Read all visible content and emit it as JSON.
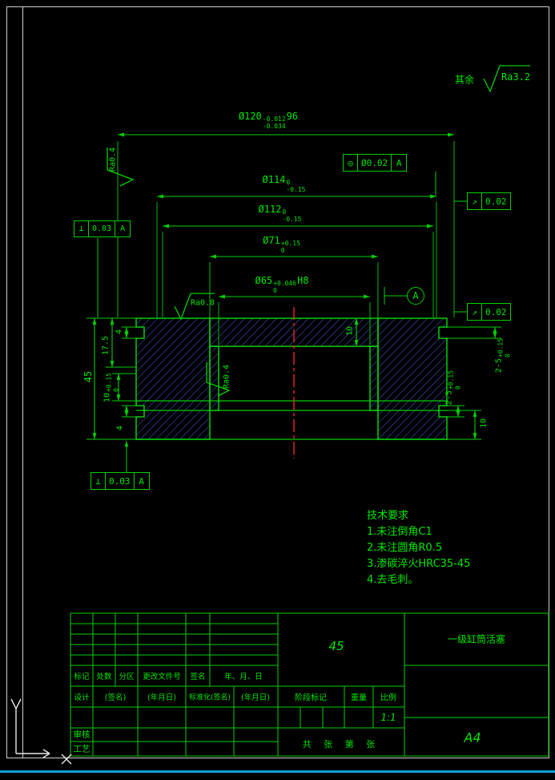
{
  "colors": {
    "background": "#000000",
    "line_green": "#00cf00",
    "text_green": "#00e600",
    "hatch_blue": "#3a4ec9",
    "centerline_red": "#ff2a2a",
    "border_white": "#d9d9d9",
    "bottom_strip_cyan": "#0d9fd8"
  },
  "general_note": {
    "prefix": "其余",
    "roughness": "Ra3.2"
  },
  "dimensions": {
    "d120": {
      "text": "Ø120",
      "upper": "-0.012",
      "lower": "-0.034",
      "suffix": "96"
    },
    "d114": {
      "text": "Ø114",
      "upper": "0",
      "lower": "-0.15"
    },
    "d112": {
      "text": "Ø112",
      "upper": "0",
      "lower": "-0.15"
    },
    "d71": {
      "text": "Ø71",
      "upper": "+0.15",
      "lower": "0"
    },
    "d65": {
      "text": "Ø65",
      "upper": "+0.046",
      "lower": "0",
      "suffix": "H8"
    },
    "height45": "45",
    "height17_5": "17.5",
    "groove4_top": "4",
    "groove4_bottom": "4",
    "depth10_left": {
      "text": "10",
      "upper": "+0.15",
      "lower": "0"
    },
    "crown10": "10",
    "right10": "10",
    "groove_right_outer": {
      "text": "2-5",
      "upper": "+0.15",
      "lower": "0"
    },
    "groove_right_inner": {
      "text": "2-5",
      "upper": "+0.15",
      "lower": "0"
    }
  },
  "roughness": {
    "left": "Ra0.4",
    "top": "Ra0.8",
    "bore": "Ra0.4"
  },
  "gdt": {
    "concentricity": {
      "symbol": "◎",
      "value": "Ø0.02",
      "datum": "A"
    },
    "runout_top": {
      "symbol": "↗",
      "value": "0.02"
    },
    "runout_bottom": {
      "symbol": "↗",
      "value": "0.02"
    },
    "perpendicularity_left": {
      "symbol": "⊥",
      "value": "0.03",
      "datum": "A"
    },
    "perpendicularity_bottom": {
      "symbol": "⊥",
      "value": "0.03",
      "datum": "A"
    },
    "datum_label": "A"
  },
  "technical_requirements": {
    "title": "技术要求",
    "items": [
      "1.未注倒角C1",
      "2.未注圆角R0.5",
      "3.渗碳淬火HRC35-45",
      "4.去毛刺。"
    ]
  },
  "title_block": {
    "material": "45",
    "part_name": "一级缸筒活塞",
    "paper_size": "A4",
    "scale_value": "1:1",
    "revision_header": [
      "标记",
      "处数",
      "分区",
      "更改文件号",
      "签名",
      "年、月、日"
    ],
    "design_row": [
      "设计",
      "(签名)",
      "(年月日)",
      "标准化(签名)",
      "(年月日)"
    ],
    "stage_header": [
      "阶段标记",
      "重量",
      "比例"
    ],
    "audit": "审核",
    "process": "工艺",
    "sheet_note": "共  张  第  张"
  }
}
